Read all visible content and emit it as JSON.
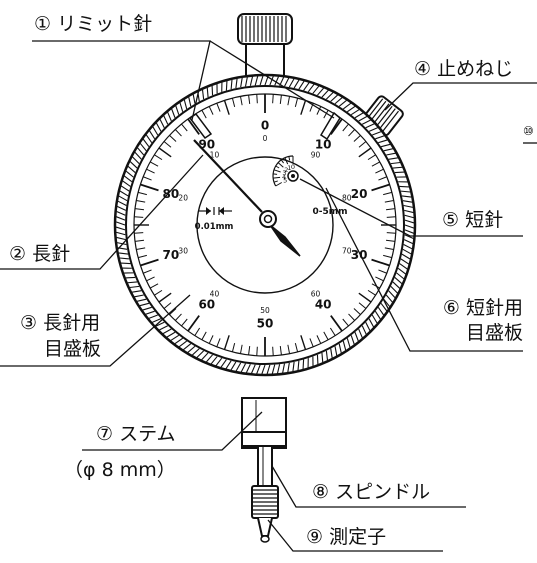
{
  "labels": {
    "l1": "① リミット針",
    "l2": "② 長針",
    "l3_line1": "③ 長針用",
    "l3_line2": "目盛板",
    "l4": "④ 止めねじ",
    "l5": "⑤ 短針",
    "l6_line1": "⑥ 短針用",
    "l6_line2": "目盛板",
    "l7_line1": "⑦ ステム",
    "l7_line2": "（φ 8 mm）",
    "l8": "⑧ スピンドル",
    "l9": "⑨ 測定子",
    "l10_cut": "⑩"
  },
  "dial": {
    "outer_numbers": [
      "0",
      "10",
      "20",
      "30",
      "40",
      "50",
      "60",
      "70",
      "80",
      "90"
    ],
    "inner_numbers": [
      "0",
      "90",
      "80",
      "70",
      "60",
      "50",
      "40",
      "30",
      "20",
      "10"
    ],
    "small_dial_numbers": [
      "0",
      "1",
      "2",
      "3",
      "4",
      "5"
    ],
    "resolution": "0.01mm",
    "range": "0-5mm"
  }
}
